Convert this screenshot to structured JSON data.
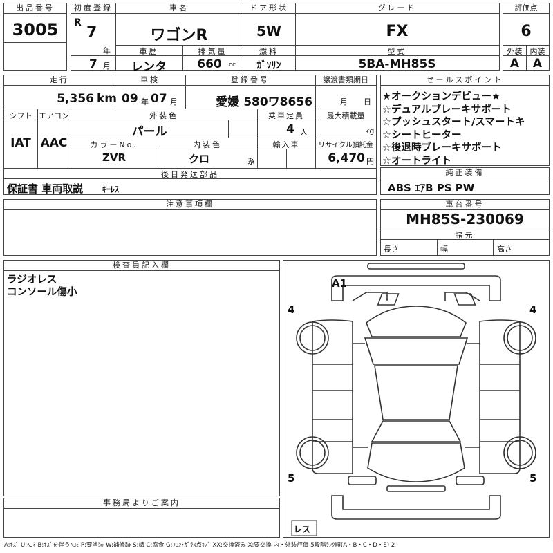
{
  "lot": {
    "label": "出品番号",
    "value": "3005"
  },
  "first_reg": {
    "label": "初度登録",
    "era": "R",
    "year": "7",
    "year_unit": "年",
    "month": "7",
    "month_unit": "月"
  },
  "car_name": {
    "label": "車名",
    "value": "ワゴンR"
  },
  "door": {
    "label": "ドア形状",
    "value": "5W"
  },
  "grade": {
    "label": "グレード",
    "value": "FX"
  },
  "score": {
    "label": "評価点",
    "value": "6"
  },
  "history": {
    "label": "車歴",
    "value": "レンタ"
  },
  "displacement": {
    "label": "排気量",
    "value": "660",
    "unit": "cc"
  },
  "fuel": {
    "label": "燃料",
    "value": "ｶﾞｿﾘﾝ"
  },
  "model": {
    "label": "型式",
    "value": "5BA-MH85S"
  },
  "ext_grade": {
    "label": "外装",
    "value": "A"
  },
  "int_grade": {
    "label": "内装",
    "value": "A"
  },
  "mileage": {
    "label": "走行",
    "value": "5,356",
    "unit": "km"
  },
  "inspection": {
    "label": "車検",
    "year": "09",
    "year_unit": "年",
    "month": "07",
    "month_unit": "月"
  },
  "registration": {
    "label": "登録番号",
    "value": "愛媛 580ワ8656"
  },
  "transfer": {
    "label": "譲渡書類期日",
    "month_unit": "月",
    "day_unit": "日"
  },
  "shift": {
    "label": "シフト",
    "value": "IAT"
  },
  "aircon": {
    "label": "エアコン",
    "value": "AAC"
  },
  "ext_color": {
    "label": "外装色",
    "value": "パール"
  },
  "capacity": {
    "label": "乗車定員",
    "value": "4",
    "unit": "人"
  },
  "max_load": {
    "label": "最大積載量",
    "value": "",
    "unit": "kg"
  },
  "color_no": {
    "label": "カラーNo.",
    "value": "ZVR"
  },
  "int_color": {
    "label": "内装色",
    "value": "クロ",
    "unit": "系"
  },
  "import": {
    "label": "輸入車",
    "value": ""
  },
  "recycle": {
    "label": "リサイクル預託金",
    "value": "6,470",
    "unit": "円"
  },
  "sale_points": {
    "label": "セールスポイント",
    "items": [
      "★オークションデビュー★",
      "☆デュアルブレーキサポート",
      "☆プッシュスタート/スマートキ",
      "☆シートヒーター",
      "☆後退時ブレーキサポート",
      "☆オートライト"
    ]
  },
  "later_parts": {
    "label": "後日発送部品",
    "value": "保証書 車両取説",
    "extra": "ｷｰﾚｽ"
  },
  "equipment": {
    "label": "純正装備",
    "value": "ABS ｴｱB PS PW"
  },
  "notes": {
    "label": "注意事項欄",
    "value": ""
  },
  "chassis": {
    "label": "車台番号",
    "value": "MH85S-230069"
  },
  "specs": {
    "label": "諸元",
    "length": "長さ",
    "width": "幅",
    "height": "高さ"
  },
  "inspector": {
    "label": "検査員記入欄",
    "lines": [
      "ラジオレス",
      "コンソール傷小"
    ]
  },
  "office": {
    "label": "事務局よりご案内",
    "value": ""
  },
  "diagram": {
    "mark_a1": "A1",
    "tire_fl": "4",
    "tire_fr": "4",
    "tire_rl": "5",
    "tire_rr": "5",
    "spare": "レス"
  },
  "legend": "A:ｷｽﾞ U:ﾍｺﾐ B:ｷｽﾞを伴うﾍｺﾐ P:要塗装 W:補修跡 S:錆 C:腐食 G:ﾌﾛﾝﾄｶﾞﾗｽ点ｷｽﾞ XX:交換済み X:要交換 内・外装評価 5段階ﾗﾝｸ順(A・B・C・D・E) 2"
}
